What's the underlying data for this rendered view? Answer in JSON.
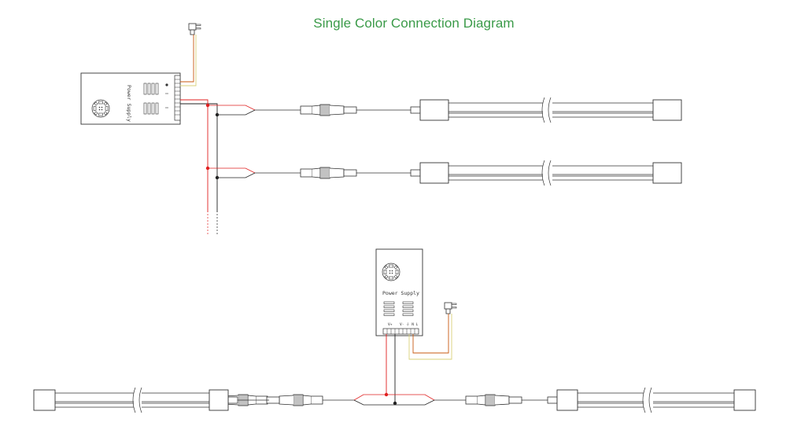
{
  "title": "Single Color Connection Diagram",
  "power_supply": {
    "label": "Power Supply",
    "terminal_label_left": "V+",
    "terminal_label_mid": "V-",
    "terminal_label_right": "⏚ N L"
  },
  "colors": {
    "title": "#3a9a48",
    "positive_wire": "#e02020",
    "negative_wire": "#222222",
    "live_wire": "#c85a12",
    "neutral_wire": "#d9d27a",
    "outline": "#333333"
  },
  "icons": {
    "fan": "fan-icon",
    "plug": "ac-plug-icon",
    "junction": "junction-dot-icon"
  }
}
